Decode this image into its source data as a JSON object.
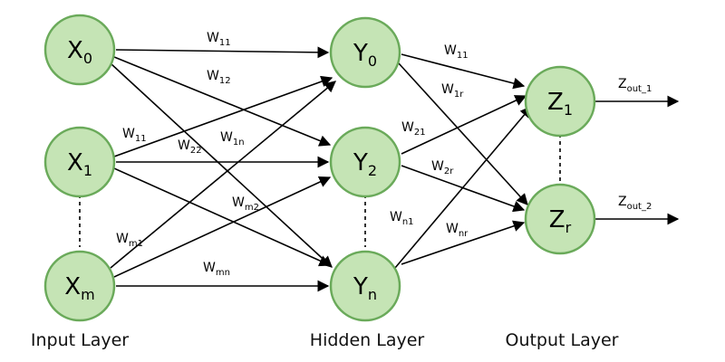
{
  "nodes": {
    "x0": {
      "base": "X",
      "sub": "0"
    },
    "x1": {
      "base": "X",
      "sub": "1"
    },
    "xm": {
      "base": "X",
      "sub": "m"
    },
    "y0": {
      "base": "Y",
      "sub": "0"
    },
    "y2": {
      "base": "Y",
      "sub": "2"
    },
    "yn": {
      "base": "Y",
      "sub": "n"
    },
    "z1": {
      "base": "Z",
      "sub": "1"
    },
    "zr": {
      "base": "Z",
      "sub": "r"
    }
  },
  "weights": {
    "x0_y0": {
      "base": "W",
      "sub": "11"
    },
    "x0_y2": {
      "base": "W",
      "sub": "12"
    },
    "x0_yn": {
      "base": "W",
      "sub": "1n"
    },
    "x1_y0": {
      "base": "W",
      "sub": "11"
    },
    "x1_y2": {
      "base": "W",
      "sub": "22"
    },
    "x1_yn": {
      "base": "W",
      "sub": "m2"
    },
    "xm_y0": {
      "base": "W",
      "sub": "m1"
    },
    "xm_yn": {
      "base": "W",
      "sub": "mn"
    },
    "y0_z1": {
      "base": "W",
      "sub": "11"
    },
    "y0_zr": {
      "base": "W",
      "sub": "1r"
    },
    "y2_z1": {
      "base": "W",
      "sub": "21"
    },
    "y2_zr": {
      "base": "W",
      "sub": "2r"
    },
    "yn_z1": {
      "base": "W",
      "sub": "n1"
    },
    "yn_zr": {
      "base": "W",
      "sub": "nr"
    }
  },
  "outputs": {
    "z1": {
      "base": "Z",
      "sub": "out_1"
    },
    "zr": {
      "base": "Z",
      "sub": "out_2"
    }
  },
  "layers": {
    "input": "Input Layer",
    "hidden": "Hidden Layer",
    "output": "Output Layer"
  }
}
